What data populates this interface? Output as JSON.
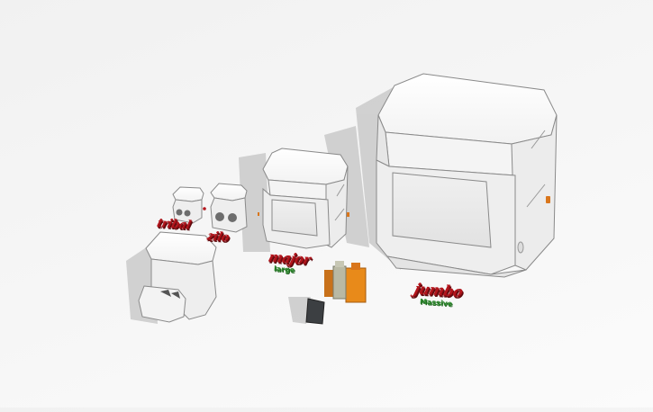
{
  "scene": {
    "title": "3D model viewer scene",
    "background": "#f4f4f4",
    "models": [
      {
        "id": "mini",
        "label": "tribal",
        "sublabel": "",
        "color": "#ffffff"
      },
      {
        "id": "duo",
        "label": "zilo",
        "sublabel": "",
        "color": "#ffffff"
      },
      {
        "id": "major",
        "label": "major",
        "sublabel": "large",
        "color": "#ffffff"
      },
      {
        "id": "jumbo",
        "label": "jumbo",
        "sublabel": "Massive",
        "color": "#ffffff"
      },
      {
        "id": "stack",
        "label": "",
        "sublabel": "",
        "color": "#ffffff"
      },
      {
        "id": "figure-orange",
        "color": "#e88a1a"
      },
      {
        "id": "figure-gray",
        "color": "#b9b9a4"
      },
      {
        "id": "figure-black",
        "color": "#3c3f42"
      }
    ],
    "colors": {
      "label_red": "#b3151c",
      "label_green": "#2c8a2c",
      "accent_orange": "#d9761c",
      "shadow": "#bdbdbd"
    }
  }
}
